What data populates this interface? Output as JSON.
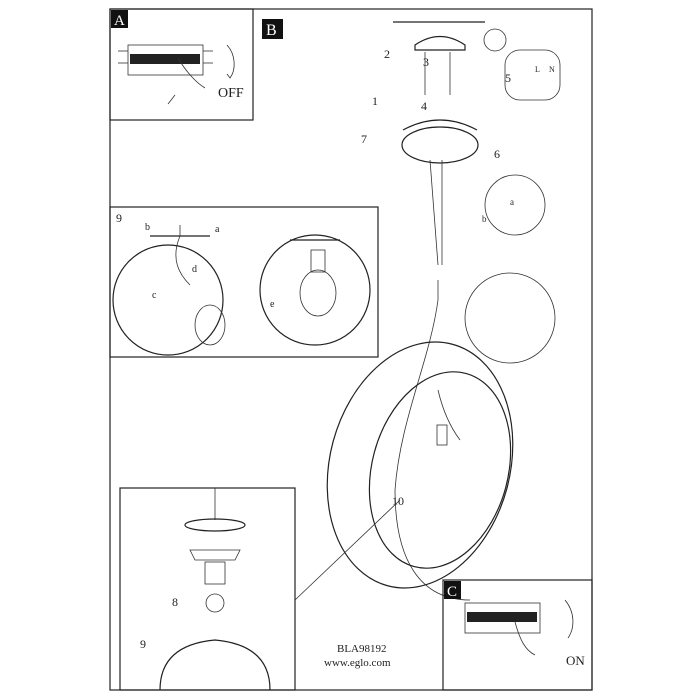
{
  "panels": {
    "a": {
      "label": "A",
      "switch_text": "OFF"
    },
    "b": {
      "label": "B"
    },
    "c": {
      "label": "C",
      "switch_text": "ON"
    }
  },
  "steps": [
    "1",
    "2",
    "3",
    "4",
    "5",
    "6",
    "7",
    "8",
    "9",
    "10"
  ],
  "letters": {
    "a": "a",
    "b": "b",
    "c": "c",
    "d": "d",
    "e": "e",
    "L": "L",
    "N": "N"
  },
  "footer": {
    "model": "BLA98192",
    "website": "www.eglo.com"
  }
}
